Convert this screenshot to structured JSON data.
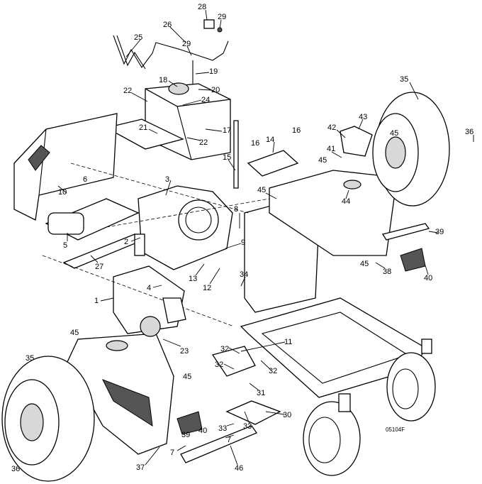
{
  "figure_code": "05104F",
  "callouts": [
    "28",
    "29",
    "26",
    "25",
    "29",
    "19",
    "18",
    "20",
    "24",
    "22",
    "21",
    "17",
    "22",
    "35",
    "36",
    "43",
    "42",
    "45",
    "16",
    "16",
    "14",
    "15",
    "41",
    "45",
    "45",
    "44",
    "10",
    "6",
    "3",
    "8",
    "9",
    "5",
    "2",
    "27",
    "13",
    "12",
    "34",
    "39",
    "40",
    "38",
    "45",
    "1",
    "4",
    "45",
    "23",
    "11",
    "32",
    "32",
    "32",
    "31",
    "35",
    "45",
    "39",
    "40",
    "37",
    "30",
    "33",
    "33",
    "7",
    "7",
    "46",
    "36"
  ]
}
